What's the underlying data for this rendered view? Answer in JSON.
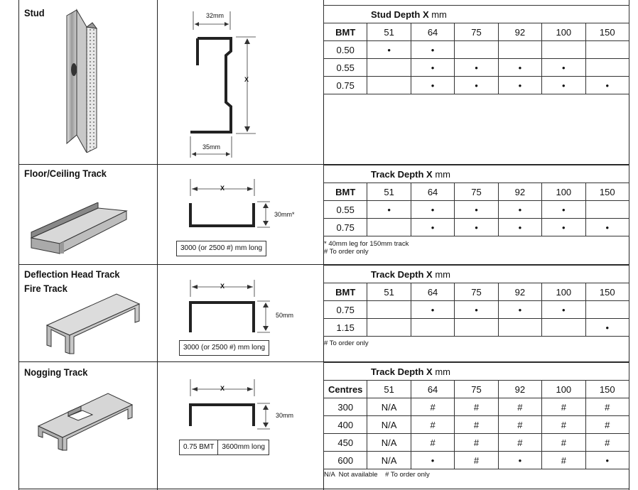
{
  "sections": [
    {
      "title": "Stud",
      "table": {
        "header_label": "Stud Depth ",
        "header_x": "X",
        "header_unit": " mm",
        "row_label_header": "BMT",
        "columns": [
          "51",
          "64",
          "75",
          "92",
          "100",
          "150"
        ],
        "rows": [
          {
            "label": "0.50",
            "cells": [
              "•",
              "•",
              "",
              "",
              "",
              ""
            ]
          },
          {
            "label": "0.55",
            "cells": [
              "",
              "•",
              "•",
              "•",
              "•",
              ""
            ]
          },
          {
            "label": "0.75",
            "cells": [
              "",
              "•",
              "•",
              "•",
              "•",
              "•"
            ]
          }
        ]
      },
      "dims": {
        "top": "32mm",
        "bottom": "35mm",
        "depth": "X"
      },
      "notes": []
    },
    {
      "title": "Floor/Ceiling Track",
      "table": {
        "header_label": "Track Depth ",
        "header_x": "X",
        "header_unit": " mm",
        "row_label_header": "BMT",
        "columns": [
          "51",
          "64",
          "75",
          "92",
          "100",
          "150"
        ],
        "rows": [
          {
            "label": "0.55",
            "cells": [
              "•",
              "•",
              "•",
              "•",
              "•",
              ""
            ]
          },
          {
            "label": "0.75",
            "cells": [
              "",
              "•",
              "•",
              "•",
              "•",
              "•"
            ]
          }
        ]
      },
      "dims": {
        "width": "X",
        "leg": "30mm*",
        "length": "3000 (or 2500 #) mm long"
      },
      "notes": [
        "* 40mm leg for 150mm track",
        "# To order only"
      ]
    },
    {
      "title": "Deflection Head Track",
      "title2": "Fire Track",
      "table": {
        "header_label": "Track Depth ",
        "header_x": "X",
        "header_unit": " mm",
        "row_label_header": "BMT",
        "columns": [
          "51",
          "64",
          "75",
          "92",
          "100",
          "150"
        ],
        "rows": [
          {
            "label": "0.75",
            "cells": [
              "",
              "•",
              "•",
              "•",
              "•",
              ""
            ]
          },
          {
            "label": "1.15",
            "cells": [
              "",
              "",
              "",
              "",
              "",
              "•"
            ]
          }
        ]
      },
      "dims": {
        "width": "X",
        "leg": "50mm",
        "length": "3000 (or 2500 #) mm long"
      },
      "notes": [
        "# To order only"
      ]
    },
    {
      "title": "Nogging Track",
      "table": {
        "header_label": "Track Depth ",
        "header_x": "X",
        "header_unit": " mm",
        "row_label_header": "Centres",
        "columns": [
          "51",
          "64",
          "75",
          "92",
          "100",
          "150"
        ],
        "rows": [
          {
            "label": "300",
            "cells": [
              "N/A",
              "#",
              "#",
              "#",
              "#",
              "#"
            ]
          },
          {
            "label": "400",
            "cells": [
              "N/A",
              "#",
              "#",
              "#",
              "#",
              "#"
            ]
          },
          {
            "label": "450",
            "cells": [
              "N/A",
              "#",
              "#",
              "#",
              "#",
              "#"
            ]
          },
          {
            "label": "600",
            "cells": [
              "N/A",
              "•",
              "#",
              "•",
              "#",
              "•"
            ]
          }
        ]
      },
      "dims": {
        "width": "X",
        "leg": "30mm",
        "bmt": "0.75 BMT",
        "length": "3600mm long"
      },
      "notes": [
        "N/A  Not available    # To order only"
      ]
    }
  ]
}
